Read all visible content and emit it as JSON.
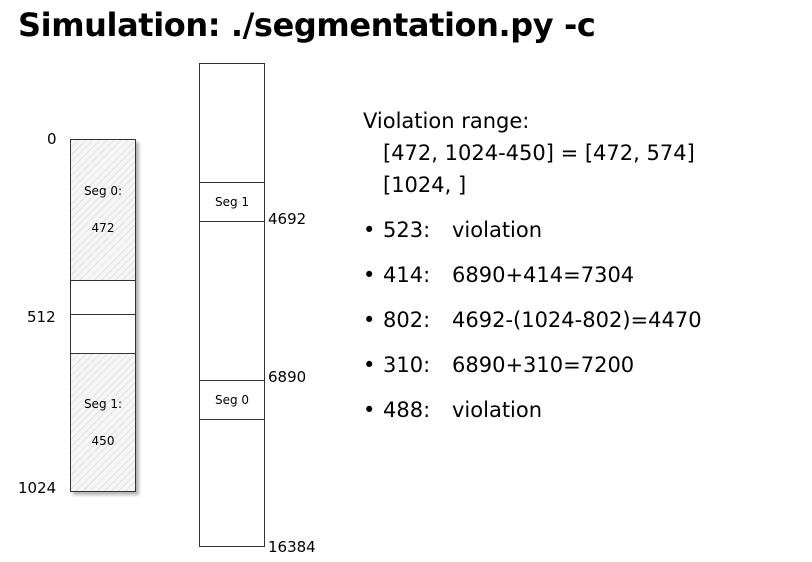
{
  "title": "Simulation: ./segmentation.py -c",
  "virtual_space": {
    "label_top": "0",
    "label_mid": "512",
    "label_bottom": "1024",
    "seg0": {
      "name": "Seg 0:",
      "size": "472"
    },
    "seg1": {
      "name": "Seg 1:",
      "size": "450"
    }
  },
  "physical_memory": {
    "seg1_label": "Seg 1",
    "seg0_label": "Seg 0",
    "seg1_base": "4692",
    "seg0_base": "6890",
    "total": "16384"
  },
  "violation": {
    "title": "Violation range:",
    "line1": "[472, 1024-450] = [472, 574]",
    "line2": "[1024, ]"
  },
  "bullet_marker": "•",
  "translations": [
    {
      "addr": "523:",
      "result": "violation"
    },
    {
      "addr": "414:",
      "result": "6890+414=7304"
    },
    {
      "addr": "802:",
      "result": "4692-(1024-802)=4470"
    },
    {
      "addr": "310:",
      "result": "6890+310=7200"
    },
    {
      "addr": "488:",
      "result": "violation"
    }
  ]
}
